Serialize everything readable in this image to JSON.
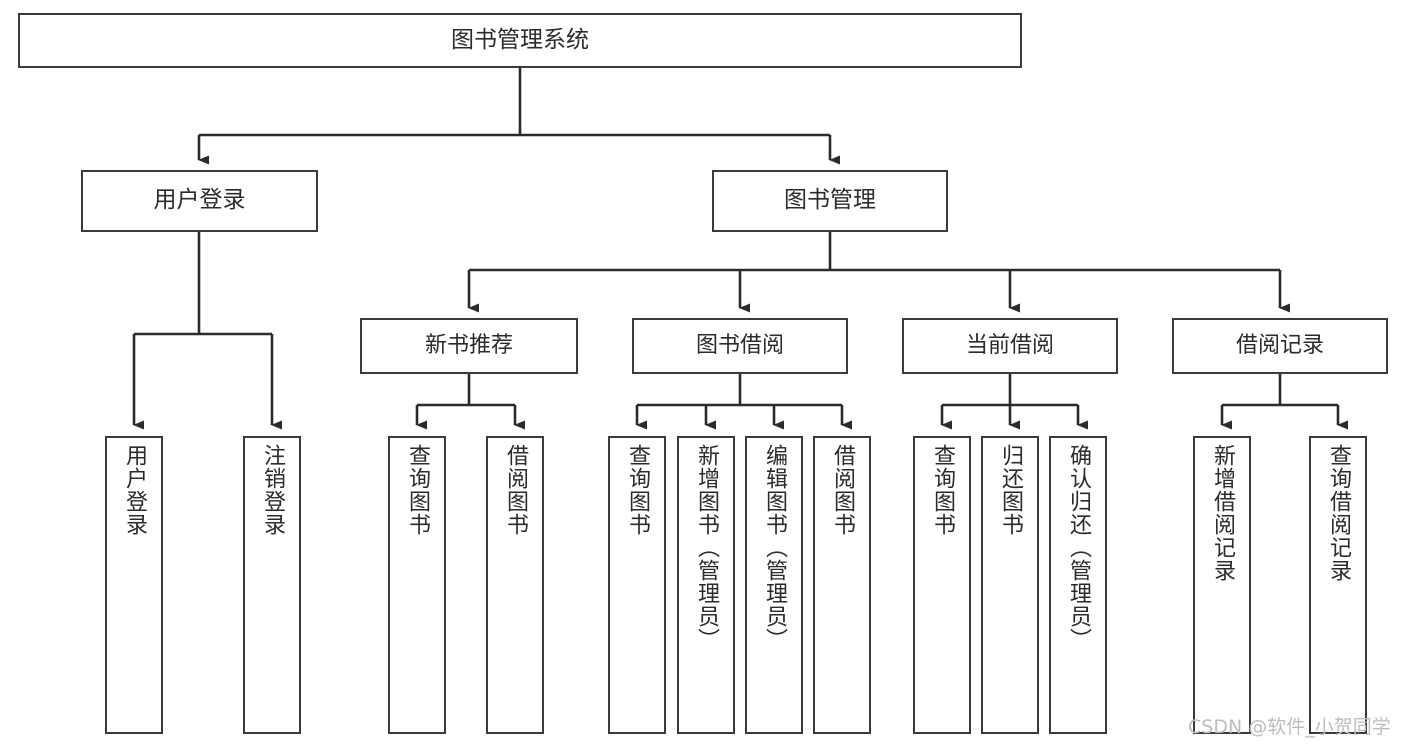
{
  "diagram": {
    "title": "图书管理系统",
    "type": "tree",
    "root": {
      "label": "图书管理系统"
    },
    "level2": [
      {
        "label": "用户登录"
      },
      {
        "label": "图书管理"
      }
    ],
    "level3": [
      {
        "label": "新书推荐"
      },
      {
        "label": "图书借阅"
      },
      {
        "label": "当前借阅"
      },
      {
        "label": "借阅记录"
      }
    ],
    "leaves": {
      "user_login": [
        {
          "label": "用户登录"
        },
        {
          "label": "注销登录"
        }
      ],
      "new_book_recommend": [
        {
          "label": "查询图书"
        },
        {
          "label": "借阅图书"
        }
      ],
      "book_borrow": [
        {
          "label": "查询图书"
        },
        {
          "label": "新增图书（管理员）"
        },
        {
          "label": "编辑图书（管理员）"
        },
        {
          "label": "借阅图书"
        }
      ],
      "current_borrow": [
        {
          "label": "查询图书"
        },
        {
          "label": "归还图书"
        },
        {
          "label": "确认归还（管理员）"
        }
      ],
      "borrow_record": [
        {
          "label": "新增借阅记录"
        },
        {
          "label": "查询借阅记录"
        }
      ]
    }
  },
  "watermark": {
    "text": "CSDN @软件_小贺同学"
  },
  "colors": {
    "box_border": "#3a3a3a",
    "background": "#ffffff",
    "text": "#2b2b2b",
    "watermark": "#bdbdbd"
  }
}
